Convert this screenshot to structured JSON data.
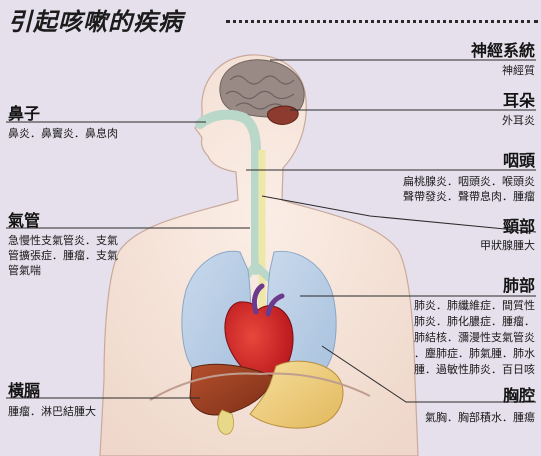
{
  "title": "引起咳嗽的疾病",
  "labels": {
    "nervous": {
      "name": "神經系統",
      "diseases": [
        "神經質"
      ]
    },
    "ear": {
      "name": "耳朵",
      "diseases": [
        "外耳炎"
      ]
    },
    "nose": {
      "name": "鼻子",
      "diseases": [
        "鼻炎．鼻竇炎．鼻息肉"
      ]
    },
    "throat": {
      "name": "咽頭",
      "diseases": [
        "扁桃腺炎．咽頭炎．喉頭炎",
        "聲帶發炎．聲帶息肉．腫瘤"
      ]
    },
    "trachea": {
      "name": "氣管",
      "diseases": [
        "急慢性支氣管炎．支氣",
        "管擴張症．腫瘤．支氣",
        "管氣喘"
      ]
    },
    "neck": {
      "name": "頸部",
      "diseases": [
        "甲狀腺腫大"
      ]
    },
    "lungs": {
      "name": "肺部",
      "diseases": [
        "肺炎．肺纖維症．間質性",
        "肺炎．肺化膿症．腫瘤．",
        "肺結核．瀰漫性支氣管炎",
        "．塵肺症．肺氣腫．肺水",
        "腫．過敏性肺炎．百日咳"
      ]
    },
    "diaphragm": {
      "name": "橫膈",
      "diseases": [
        "腫瘤．淋巴結腫大"
      ]
    },
    "chest": {
      "name": "胸腔",
      "diseases": [
        "氣胸．胸部積水．腫瘍"
      ]
    }
  }
}
